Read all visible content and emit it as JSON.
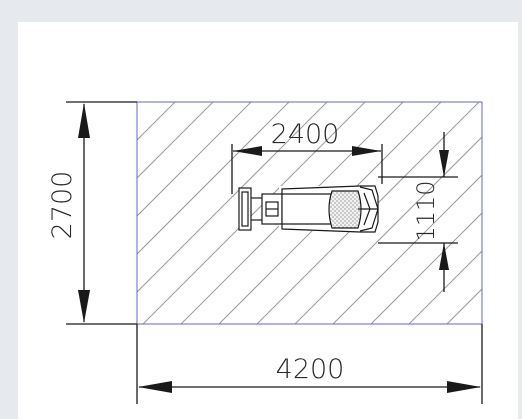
{
  "drawing": {
    "dimensions": {
      "total_width": "4200",
      "total_height": "2700",
      "vehicle_length": "2400",
      "vehicle_width": "1110"
    },
    "colors": {
      "background": "#e6eaef",
      "sheet": "#ffffff",
      "lines": "#1a1a1a",
      "hatch": "#9a9a9a",
      "area_border": "#6666cc",
      "vehicle_fill": "#c9c9c9"
    }
  }
}
